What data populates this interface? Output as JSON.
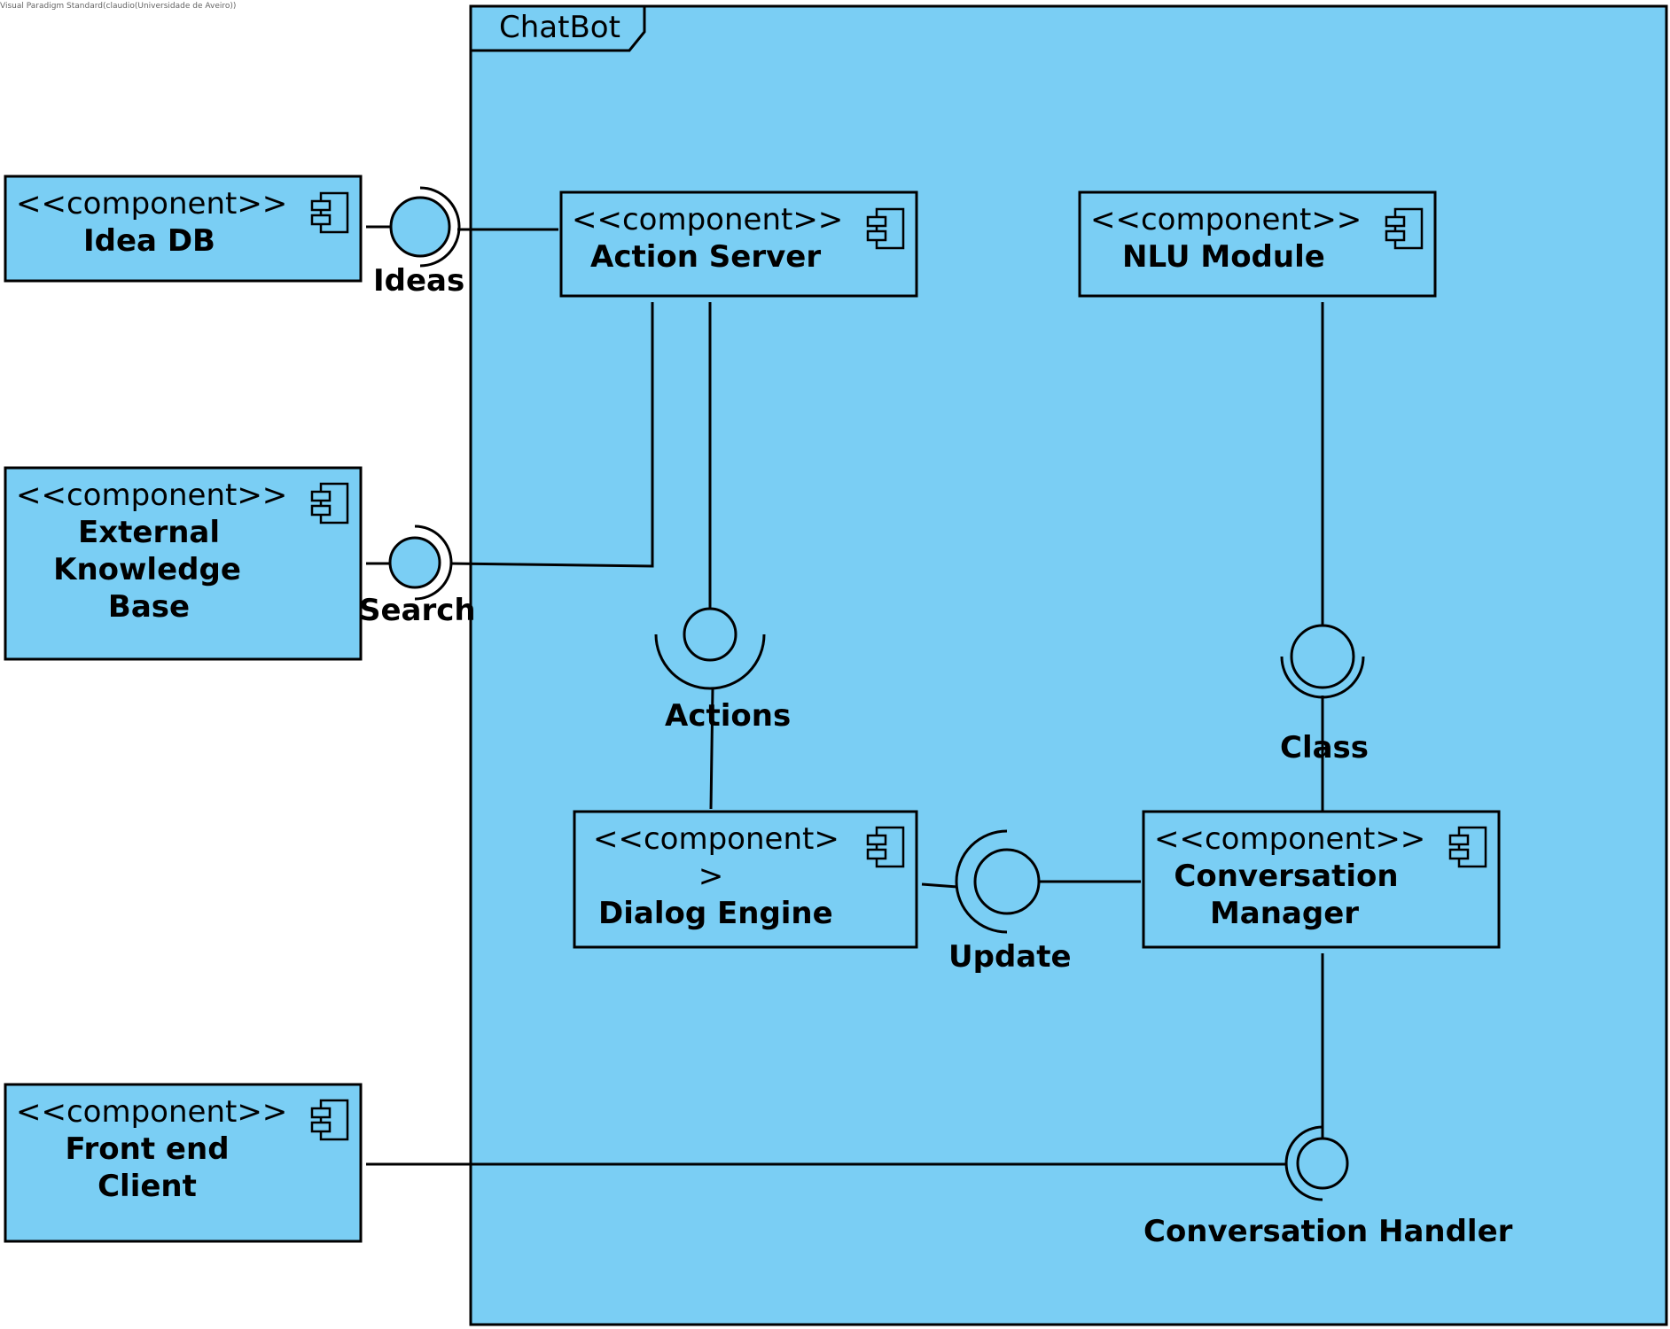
{
  "watermark": "Visual Paradigm Standard(claudio(Universidade de Aveiro))",
  "frame": {
    "title": "ChatBot"
  },
  "colors": {
    "fill": "#7acef4",
    "stroke": "#000000",
    "background": "#ffffff"
  },
  "components": {
    "idea_db": {
      "stereotype": "<<component>>",
      "name_lines": [
        "Idea DB"
      ]
    },
    "external_kb": {
      "stereotype": "<<component>>",
      "name_lines": [
        "External",
        "Knowledge",
        "Base"
      ]
    },
    "front_end": {
      "stereotype": "<<component>>",
      "name_lines": [
        "Front end",
        "Client"
      ]
    },
    "action_server": {
      "stereotype": "<<component>>",
      "name_lines": [
        "Action Server"
      ]
    },
    "nlu_module": {
      "stereotype": "<<component>>",
      "name_lines": [
        "NLU Module"
      ]
    },
    "dialog_engine": {
      "stereotype_lines": [
        "<<component>",
        ">"
      ],
      "name_lines": [
        "Dialog Engine"
      ]
    },
    "conversation_manager": {
      "stereotype": "<<component>>",
      "name_lines": [
        "Conversation",
        "Manager"
      ]
    }
  },
  "interfaces": {
    "ideas": "Ideas",
    "search": "Search",
    "actions": "Actions",
    "class": "Class",
    "update": "Update",
    "conversation_handler": "Conversation Handler"
  },
  "icons": {
    "component_icon": "uml-component-icon"
  }
}
